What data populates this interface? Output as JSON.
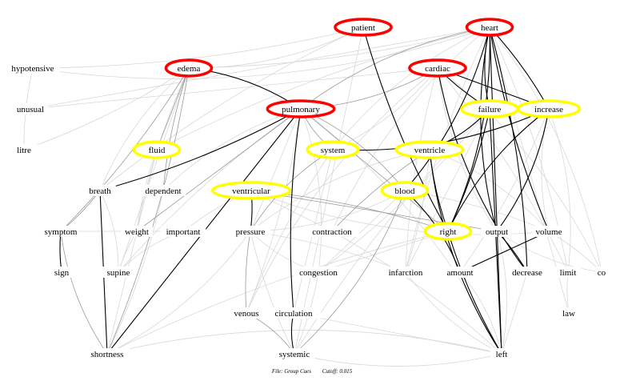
{
  "caption": {
    "file": "File: Group Cues",
    "cutoff": "Cutoff: 0.015"
  },
  "colors": {
    "primary_ring": "#ff0000",
    "secondary_ring": "#ffff00",
    "strong_edge": "#000000",
    "medium_edge": "#9a9a9a",
    "weak_edge": "#d8d8d8"
  },
  "nodes": [
    {
      "id": "patient",
      "label": "patient",
      "ring": "primary"
    },
    {
      "id": "heart",
      "label": "heart",
      "ring": "primary"
    },
    {
      "id": "hypotensive",
      "label": "hypotensive",
      "ring": "none"
    },
    {
      "id": "edema",
      "label": "edema",
      "ring": "primary"
    },
    {
      "id": "cardiac",
      "label": "cardiac",
      "ring": "primary"
    },
    {
      "id": "unusual",
      "label": "unusual",
      "ring": "none"
    },
    {
      "id": "pulmonary",
      "label": "pulmonary",
      "ring": "primary"
    },
    {
      "id": "failure",
      "label": "failure",
      "ring": "secondary"
    },
    {
      "id": "increase",
      "label": "increase",
      "ring": "secondary"
    },
    {
      "id": "litre",
      "label": "litre",
      "ring": "none"
    },
    {
      "id": "fluid",
      "label": "fluid",
      "ring": "secondary"
    },
    {
      "id": "system",
      "label": "system",
      "ring": "secondary"
    },
    {
      "id": "ventricle",
      "label": "ventricle",
      "ring": "secondary"
    },
    {
      "id": "breath",
      "label": "breath",
      "ring": "none"
    },
    {
      "id": "dependent",
      "label": "dependent",
      "ring": "none"
    },
    {
      "id": "ventricular",
      "label": "ventricular",
      "ring": "secondary"
    },
    {
      "id": "blood",
      "label": "blood",
      "ring": "secondary"
    },
    {
      "id": "symptom",
      "label": "symptom",
      "ring": "none"
    },
    {
      "id": "weight",
      "label": "weight",
      "ring": "none"
    },
    {
      "id": "important",
      "label": "important",
      "ring": "none"
    },
    {
      "id": "pressure",
      "label": "pressure",
      "ring": "none"
    },
    {
      "id": "contraction",
      "label": "contraction",
      "ring": "none"
    },
    {
      "id": "right",
      "label": "right",
      "ring": "secondary"
    },
    {
      "id": "output",
      "label": "output",
      "ring": "none"
    },
    {
      "id": "volume",
      "label": "volume",
      "ring": "none"
    },
    {
      "id": "sign",
      "label": "sign",
      "ring": "none"
    },
    {
      "id": "supine",
      "label": "supine",
      "ring": "none"
    },
    {
      "id": "congestion",
      "label": "congestion",
      "ring": "none"
    },
    {
      "id": "infarction",
      "label": "infarction",
      "ring": "none"
    },
    {
      "id": "amount",
      "label": "amount",
      "ring": "none"
    },
    {
      "id": "decrease",
      "label": "decrease",
      "ring": "none"
    },
    {
      "id": "limit",
      "label": "limit",
      "ring": "none"
    },
    {
      "id": "co",
      "label": "co",
      "ring": "none"
    },
    {
      "id": "venous",
      "label": "venous",
      "ring": "none"
    },
    {
      "id": "circulation",
      "label": "circulation",
      "ring": "none"
    },
    {
      "id": "law",
      "label": "law",
      "ring": "none"
    },
    {
      "id": "shortness",
      "label": "shortness",
      "ring": "none"
    },
    {
      "id": "systemic",
      "label": "systemic",
      "ring": "none"
    },
    {
      "id": "left",
      "label": "left",
      "ring": "none"
    }
  ],
  "edges": [
    [
      "patient",
      "right",
      "strong"
    ],
    [
      "heart",
      "failure",
      "strong"
    ],
    [
      "heart",
      "right",
      "strong"
    ],
    [
      "heart",
      "increase",
      "strong"
    ],
    [
      "heart",
      "left",
      "strong"
    ],
    [
      "heart",
      "volume",
      "strong"
    ],
    [
      "heart",
      "output",
      "strong"
    ],
    [
      "heart",
      "blood",
      "strong"
    ],
    [
      "heart",
      "decrease",
      "strong"
    ],
    [
      "cardiac",
      "increase",
      "strong"
    ],
    [
      "cardiac",
      "failure",
      "strong"
    ],
    [
      "cardiac",
      "decrease",
      "strong"
    ],
    [
      "edema",
      "pulmonary",
      "strong"
    ],
    [
      "pulmonary",
      "breath",
      "strong"
    ],
    [
      "pulmonary",
      "shortness",
      "strong"
    ],
    [
      "pulmonary",
      "circulation",
      "strong"
    ],
    [
      "system",
      "increase",
      "strong"
    ],
    [
      "failure",
      "ventricle",
      "strong"
    ],
    [
      "failure",
      "right",
      "strong"
    ],
    [
      "failure",
      "left",
      "strong"
    ],
    [
      "ventricle",
      "right",
      "strong"
    ],
    [
      "ventricle",
      "left",
      "strong"
    ],
    [
      "blood",
      "amount",
      "strong"
    ],
    [
      "ventricular",
      "pressure",
      "strong"
    ],
    [
      "breath",
      "shortness",
      "strong"
    ],
    [
      "symptom",
      "sign",
      "strong"
    ],
    [
      "circulation",
      "systemic",
      "strong"
    ],
    [
      "increase",
      "output",
      "strong"
    ],
    [
      "output",
      "decrease",
      "strong"
    ],
    [
      "volume",
      "amount",
      "strong"
    ],
    [
      "right",
      "left",
      "strong"
    ],
    [
      "increase",
      "right",
      "strong"
    ],
    [
      "heart",
      "pulmonary",
      "medium"
    ],
    [
      "cardiac",
      "pulmonary",
      "medium"
    ],
    [
      "edema",
      "shortness",
      "medium"
    ],
    [
      "edema",
      "fluid",
      "medium"
    ],
    [
      "edema",
      "dependent",
      "medium"
    ],
    [
      "pulmonary",
      "system",
      "medium"
    ],
    [
      "pulmonary",
      "blood",
      "medium"
    ],
    [
      "ventricular",
      "right",
      "medium"
    ],
    [
      "ventricular",
      "output",
      "medium"
    ],
    [
      "pressure",
      "venous",
      "medium"
    ],
    [
      "system",
      "pressure",
      "medium"
    ],
    [
      "blood",
      "systemic",
      "medium"
    ],
    [
      "breath",
      "symptom",
      "medium"
    ],
    [
      "pulmonary",
      "weight",
      "medium"
    ],
    [
      "ventricle",
      "contraction",
      "medium"
    ],
    [
      "symptom",
      "shortness",
      "medium"
    ],
    [
      "venous",
      "systemic",
      "medium"
    ],
    [
      "edema",
      "symptom",
      "medium"
    ],
    [
      "pulmonary",
      "right",
      "medium"
    ],
    [
      "heart",
      "hypotensive",
      "weak"
    ],
    [
      "heart",
      "edema",
      "weak"
    ],
    [
      "heart",
      "unusual",
      "weak"
    ],
    [
      "heart",
      "fluid",
      "weak"
    ],
    [
      "heart",
      "system",
      "weak"
    ],
    [
      "heart",
      "co",
      "weak"
    ],
    [
      "heart",
      "limit",
      "weak"
    ],
    [
      "heart",
      "law",
      "weak"
    ],
    [
      "heart",
      "infarction",
      "weak"
    ],
    [
      "heart",
      "contraction",
      "weak"
    ],
    [
      "patient",
      "edema",
      "weak"
    ],
    [
      "patient",
      "hypotensive",
      "weak"
    ],
    [
      "patient",
      "systemic",
      "weak"
    ],
    [
      "patient",
      "breath",
      "weak"
    ],
    [
      "cardiac",
      "output",
      "weak"
    ],
    [
      "cardiac",
      "co",
      "weak"
    ],
    [
      "cardiac",
      "limit",
      "weak"
    ],
    [
      "cardiac",
      "unusual",
      "weak"
    ],
    [
      "cardiac",
      "infarction",
      "weak"
    ],
    [
      "cardiac",
      "venous",
      "weak"
    ],
    [
      "cardiac",
      "system",
      "weak"
    ],
    [
      "edema",
      "litre",
      "weak"
    ],
    [
      "edema",
      "supine",
      "weak"
    ],
    [
      "edema",
      "weight",
      "weak"
    ],
    [
      "edema",
      "breath",
      "weak"
    ],
    [
      "pulmonary",
      "congestion",
      "weak"
    ],
    [
      "pulmonary",
      "venous",
      "weak"
    ],
    [
      "pulmonary",
      "pressure",
      "weak"
    ],
    [
      "pulmonary",
      "supine",
      "weak"
    ],
    [
      "pulmonary",
      "dependent",
      "weak"
    ],
    [
      "pulmonary",
      "left",
      "weak"
    ],
    [
      "failure",
      "congestion",
      "weak"
    ],
    [
      "failure",
      "infarction",
      "weak"
    ],
    [
      "failure",
      "systemic",
      "weak"
    ],
    [
      "increase",
      "volume",
      "weak"
    ],
    [
      "increase",
      "limit",
      "weak"
    ],
    [
      "increase",
      "amount",
      "weak"
    ],
    [
      "system",
      "circulation",
      "weak"
    ],
    [
      "system",
      "venous",
      "weak"
    ],
    [
      "ventricle",
      "pressure",
      "weak"
    ],
    [
      "ventricle",
      "volume",
      "weak"
    ],
    [
      "ventricle",
      "infarction",
      "weak"
    ],
    [
      "ventricular",
      "contraction",
      "weak"
    ],
    [
      "ventricular",
      "important",
      "weak"
    ],
    [
      "ventricular",
      "volume",
      "weak"
    ],
    [
      "blood",
      "pressure",
      "weak"
    ],
    [
      "blood",
      "volume",
      "weak"
    ],
    [
      "blood",
      "congestion",
      "weak"
    ],
    [
      "pressure",
      "systemic",
      "weak"
    ],
    [
      "pressure",
      "congestion",
      "weak"
    ],
    [
      "pressure",
      "shortness",
      "weak"
    ],
    [
      "pressure",
      "infarction",
      "weak"
    ],
    [
      "right",
      "congestion",
      "weak"
    ],
    [
      "right",
      "shortness",
      "weak"
    ],
    [
      "output",
      "co",
      "weak"
    ],
    [
      "output",
      "left",
      "weak"
    ],
    [
      "volume",
      "co",
      "weak"
    ],
    [
      "decrease",
      "left",
      "weak"
    ],
    [
      "limit",
      "law",
      "weak"
    ],
    [
      "infarction",
      "left",
      "weak"
    ],
    [
      "amount",
      "left",
      "weak"
    ],
    [
      "congestion",
      "systemic",
      "weak"
    ],
    [
      "circulation",
      "left",
      "weak"
    ],
    [
      "weight",
      "supine",
      "weak"
    ],
    [
      "important",
      "supine",
      "weak"
    ],
    [
      "breath",
      "supine",
      "weak"
    ],
    [
      "dependent",
      "shortness",
      "weak"
    ],
    [
      "fluid",
      "shortness",
      "weak"
    ],
    [
      "hypotensive",
      "litre",
      "weak"
    ],
    [
      "systemic",
      "left",
      "weak"
    ],
    [
      "shortness",
      "left",
      "weak"
    ],
    [
      "contraction",
      "left",
      "weak"
    ],
    [
      "symptom",
      "important",
      "weak"
    ],
    [
      "fluid",
      "weight",
      "weak"
    ]
  ]
}
